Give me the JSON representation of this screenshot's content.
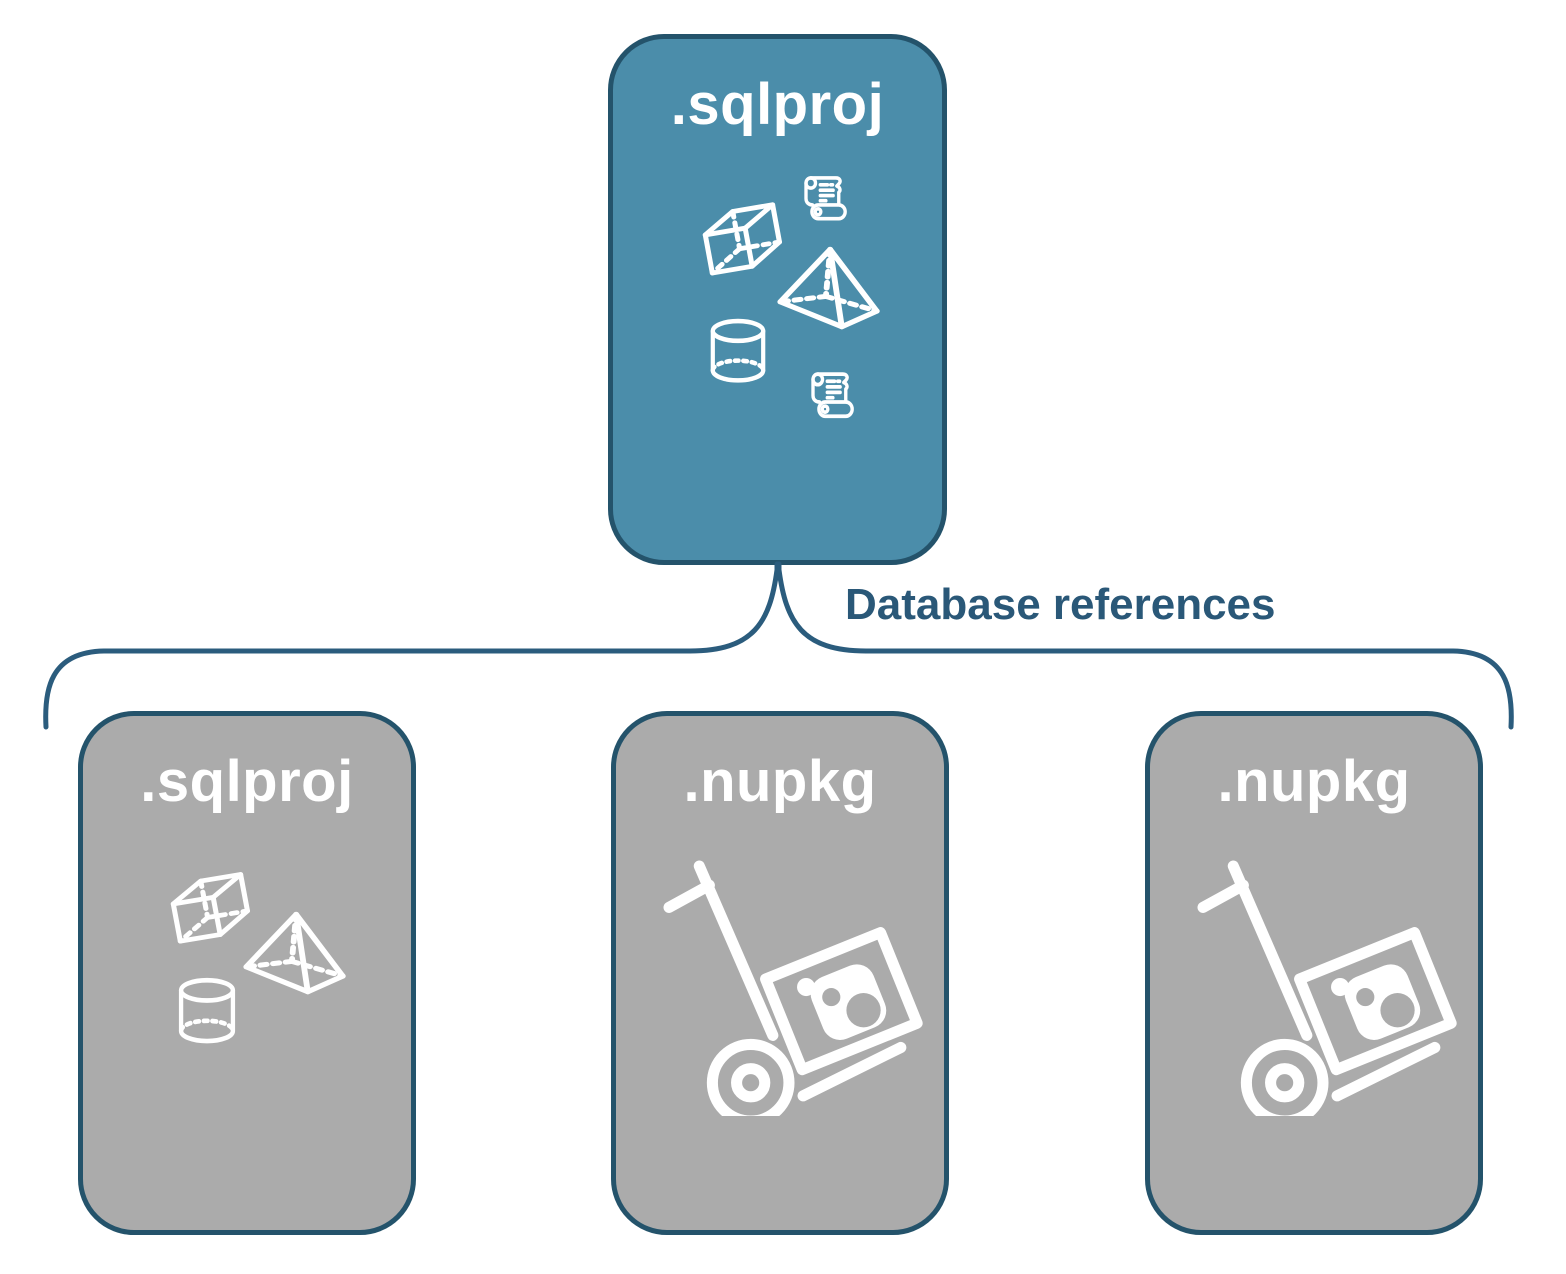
{
  "root_card": {
    "label": ".sqlproj"
  },
  "connector": {
    "label": "Database references"
  },
  "child_cards": [
    {
      "label": ".sqlproj",
      "type": "sql-project"
    },
    {
      "label": ".nupkg",
      "type": "nuget-package"
    },
    {
      "label": ".nupkg",
      "type": "nuget-package"
    }
  ],
  "icons": {
    "root": [
      "scroll",
      "cube",
      "pyramid",
      "cylinder",
      "scroll"
    ],
    "sqlproj_child": [
      "cube",
      "pyramid",
      "cylinder"
    ],
    "nupkg_child": [
      "hand-truck-with-nuget-package"
    ]
  },
  "colors": {
    "background": "#ffffff",
    "root-fill": "#4b8daa",
    "child-fill": "#ababab",
    "card-border": "#24536b",
    "icon-stroke": "#ffffff",
    "connector-line": "#2b5c7d",
    "connector-text": "#2a5878",
    "card-label": "#ffffff"
  }
}
